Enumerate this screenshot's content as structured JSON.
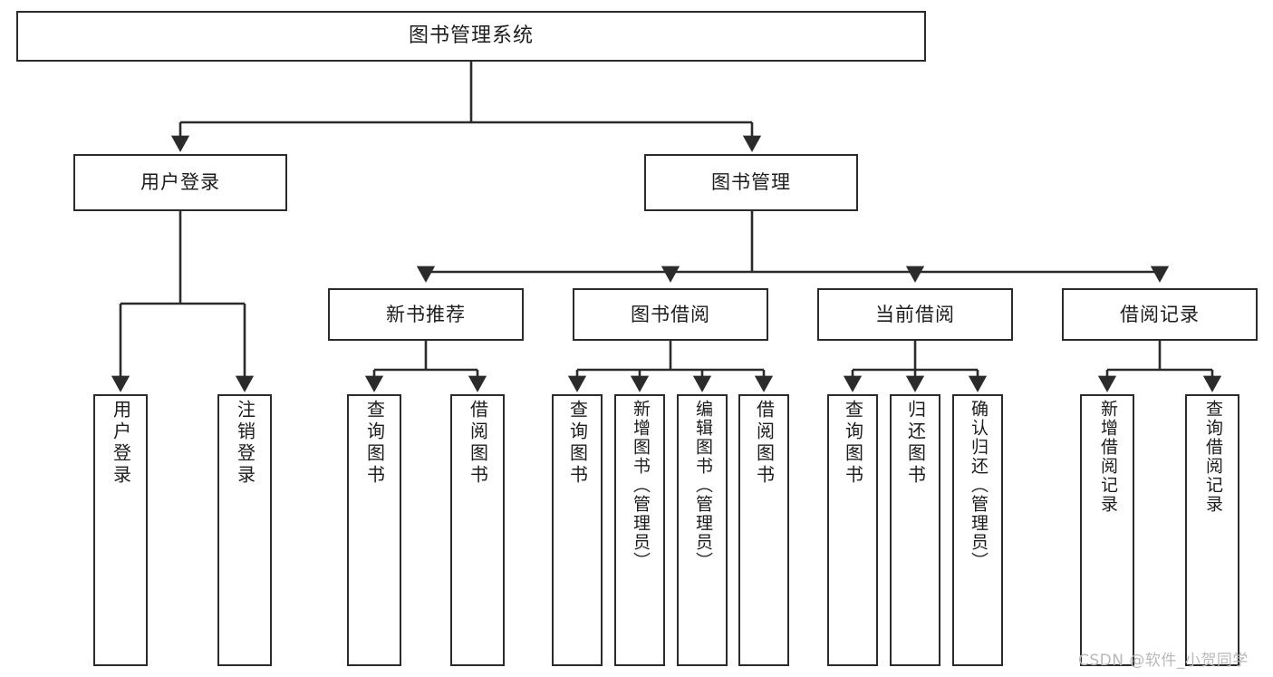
{
  "diagram": {
    "title": "图书管理系统",
    "type": "tree-hierarchy-chart",
    "orientation": "top-down",
    "stroke_color": "#2b2b2b",
    "fill_color": "#ffffff",
    "text_color": "#1c1c1c"
  },
  "nodes": {
    "root": {
      "label": "图书管理系统"
    },
    "level2": [
      {
        "label": "用户登录"
      },
      {
        "label": "图书管理"
      }
    ],
    "level3": [
      {
        "label": "新书推荐"
      },
      {
        "label": "图书借阅"
      },
      {
        "label": "当前借阅"
      },
      {
        "label": "借阅记录"
      }
    ],
    "leaves": {
      "user_login": [
        {
          "label": "用户登录"
        },
        {
          "label": "注销登录"
        }
      ],
      "new_book_recommend": [
        {
          "label": "查询图书"
        },
        {
          "label": "借阅图书"
        }
      ],
      "book_borrow": [
        {
          "label": "查询图书"
        },
        {
          "label": "新增图书（管理员）"
        },
        {
          "label": "编辑图书（管理员）"
        },
        {
          "label": "借阅图书"
        }
      ],
      "current_borrow": [
        {
          "label": "查询图书"
        },
        {
          "label": "归还图书"
        },
        {
          "label": "确认归还（管理员）"
        }
      ],
      "borrow_record": [
        {
          "label": "新增借阅记录"
        },
        {
          "label": "查询借阅记录"
        }
      ]
    }
  },
  "watermark": {
    "text": "CSDN @软件_小贺同学"
  }
}
